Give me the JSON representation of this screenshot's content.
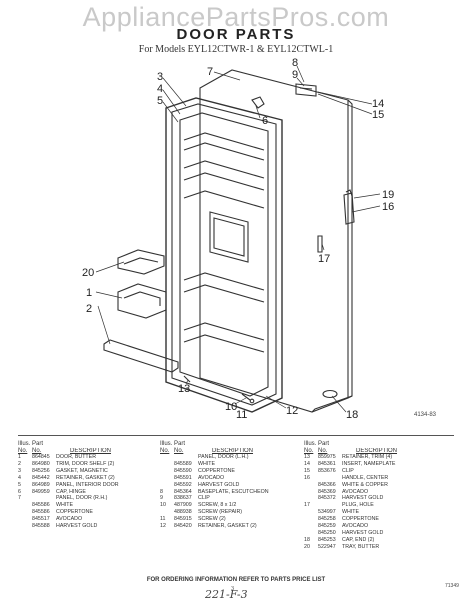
{
  "watermark": "AppliancePartsPros.com",
  "page": {
    "title": "DOOR PARTS",
    "subtitle": "For Models EYL12CTWR-1 & EYL12CTWL-1",
    "figure_number": "4134-83",
    "footer_note": "FOR ORDERING INFORMATION REFER TO PARTS PRICE LIST",
    "page_number": "3",
    "handwritten_code": "221-F-3",
    "corner_code": "71349"
  },
  "callouts": [
    "1",
    "2",
    "3",
    "4",
    "5",
    "6",
    "7",
    "8",
    "9",
    "10",
    "11",
    "12",
    "13",
    "14",
    "15",
    "16",
    "17",
    "18",
    "19",
    "20"
  ],
  "table": {
    "header_illus": "Illus. Part",
    "header_no": "No.",
    "header_partno": "No.",
    "header_desc": "DESCRIPTION",
    "col1": [
      {
        "n": "1",
        "p": "864845",
        "d": "DOOR, BUTTER"
      },
      {
        "n": "2",
        "p": "864980",
        "d": "TRIM, DOOR SHELF (2)"
      },
      {
        "n": "3",
        "p": "845256",
        "d": "GASKET, MAGNETIC"
      },
      {
        "n": "4",
        "p": "845442",
        "d": "RETAINER, GASKET (2)"
      },
      {
        "n": "5",
        "p": "864989",
        "d": "PANEL, INTERIOR DOOR"
      },
      {
        "n": "6",
        "p": "849959",
        "d": "CAP, HINGE"
      },
      {
        "n": "7",
        "p": "",
        "d": "PANEL, DOOR (R.H.)"
      },
      {
        "n": "",
        "p": "845586",
        "d": "WHITE"
      },
      {
        "n": "",
        "p": "845586",
        "d": "COPPERTONE"
      },
      {
        "n": "",
        "p": "845517",
        "d": "AVOCADO"
      },
      {
        "n": "",
        "p": "845588",
        "d": "HARVEST GOLD"
      }
    ],
    "col2": [
      {
        "n": "",
        "p": "",
        "d": "PANEL, DOOR (L.H.)"
      },
      {
        "n": "",
        "p": "845589",
        "d": "WHITE"
      },
      {
        "n": "",
        "p": "845590",
        "d": "COPPERTONE"
      },
      {
        "n": "",
        "p": "845591",
        "d": "AVOCADO"
      },
      {
        "n": "",
        "p": "845592",
        "d": "HARVEST GOLD"
      },
      {
        "n": "8",
        "p": "845364",
        "d": "BASEPLATE, ESCUTCHEON"
      },
      {
        "n": "9",
        "p": "838637",
        "d": "CLIP"
      },
      {
        "n": "10",
        "p": "487909",
        "d": "SCREW, 8 x 1/2"
      },
      {
        "n": "",
        "p": "488938",
        "d": "SCREW (REPAIR)"
      },
      {
        "n": "11",
        "p": "845915",
        "d": "SCREW (2)"
      },
      {
        "n": "12",
        "p": "845420",
        "d": "RETAINER, GASKET (2)"
      }
    ],
    "col3": [
      {
        "n": "13",
        "p": "859975",
        "d": "RETAINER, TRIM (4)"
      },
      {
        "n": "14",
        "p": "845361",
        "d": "INSERT, NAMEPLATE"
      },
      {
        "n": "15",
        "p": "853676",
        "d": "CLIP"
      },
      {
        "n": "16",
        "p": "",
        "d": "HANDLE, CENTER"
      },
      {
        "n": "",
        "p": "845366",
        "d": "WHITE & COPPER"
      },
      {
        "n": "",
        "p": "845369",
        "d": "AVOCADO"
      },
      {
        "n": "",
        "p": "845372",
        "d": "HARVEST GOLD"
      },
      {
        "n": "17",
        "p": "",
        "d": "PLUG, HOLE"
      },
      {
        "n": "",
        "p": "534997",
        "d": "WHITE"
      },
      {
        "n": "",
        "p": "845258",
        "d": "COPPERTONE"
      },
      {
        "n": "",
        "p": "845259",
        "d": "AVOCADO"
      },
      {
        "n": "",
        "p": "845250",
        "d": "HARVEST GOLD"
      },
      {
        "n": "18",
        "p": "845253",
        "d": "CAP, END (2)"
      },
      {
        "n": "20",
        "p": "522947",
        "d": "TRAY, BUTTER"
      }
    ]
  }
}
